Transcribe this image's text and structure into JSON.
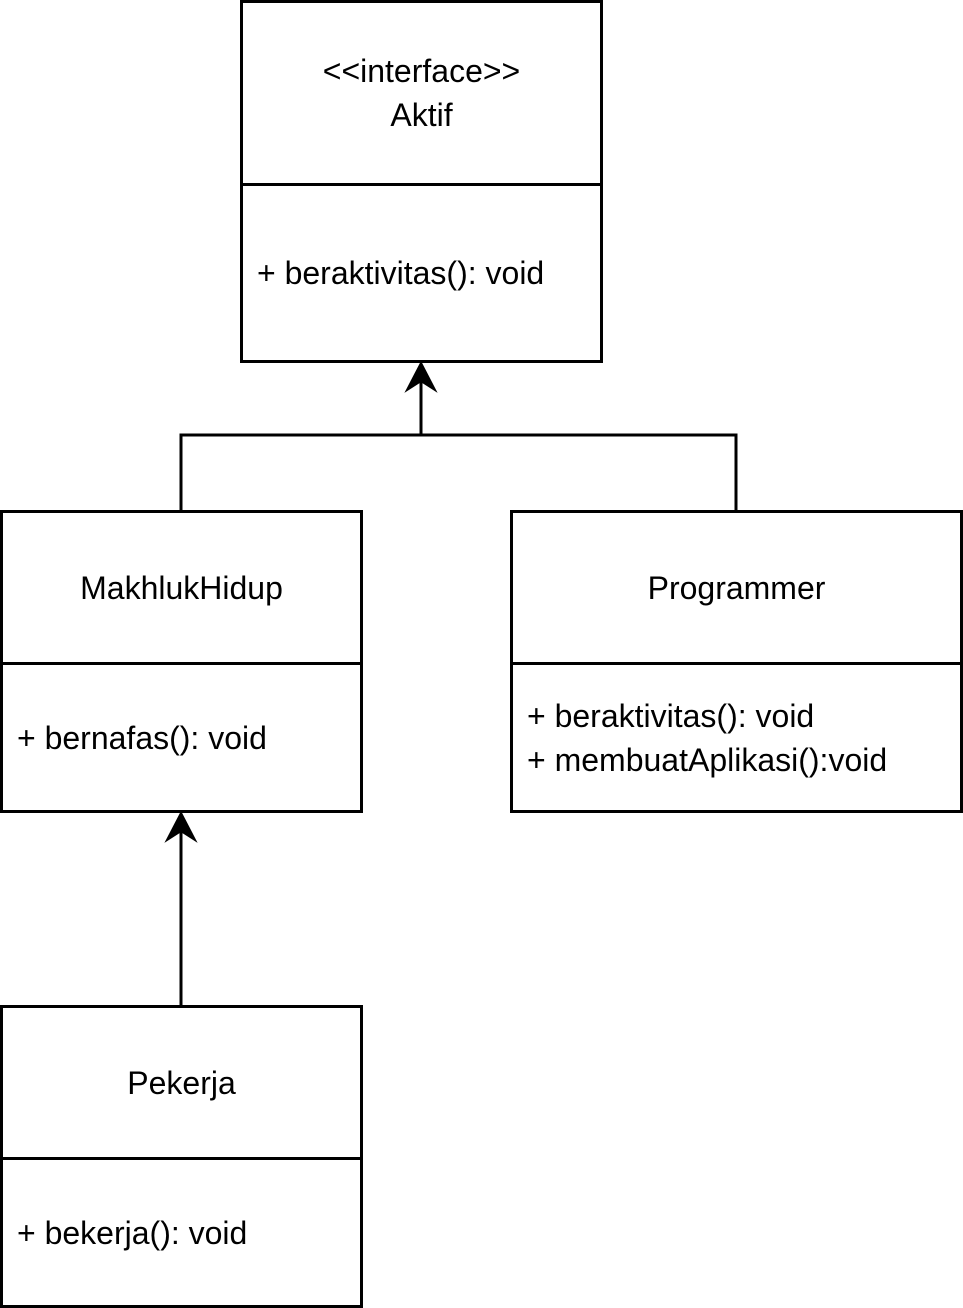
{
  "diagram": {
    "classes": {
      "aktif": {
        "stereotype": "<<interface>>",
        "name": "Aktif",
        "members": [
          "+ beraktivitas(): void"
        ]
      },
      "makhlukhidup": {
        "name": "MakhlukHidup",
        "members": [
          "+ bernafas(): void"
        ]
      },
      "programmer": {
        "name": "Programmer",
        "members": [
          "+ beraktivitas(): void",
          "+ membuatAplikasi():void"
        ]
      },
      "pekerja": {
        "name": "Pekerja",
        "members": [
          "+ bekerja(): void"
        ]
      }
    },
    "relations": [
      {
        "from": "MakhlukHidup",
        "to": "Aktif",
        "arrow": "open"
      },
      {
        "from": "Programmer",
        "to": "Aktif",
        "arrow": "open"
      },
      {
        "from": "Pekerja",
        "to": "MakhlukHidup",
        "arrow": "open"
      }
    ],
    "colors": {
      "stroke": "#000000",
      "fill": "#ffffff",
      "text": "#000000"
    }
  }
}
